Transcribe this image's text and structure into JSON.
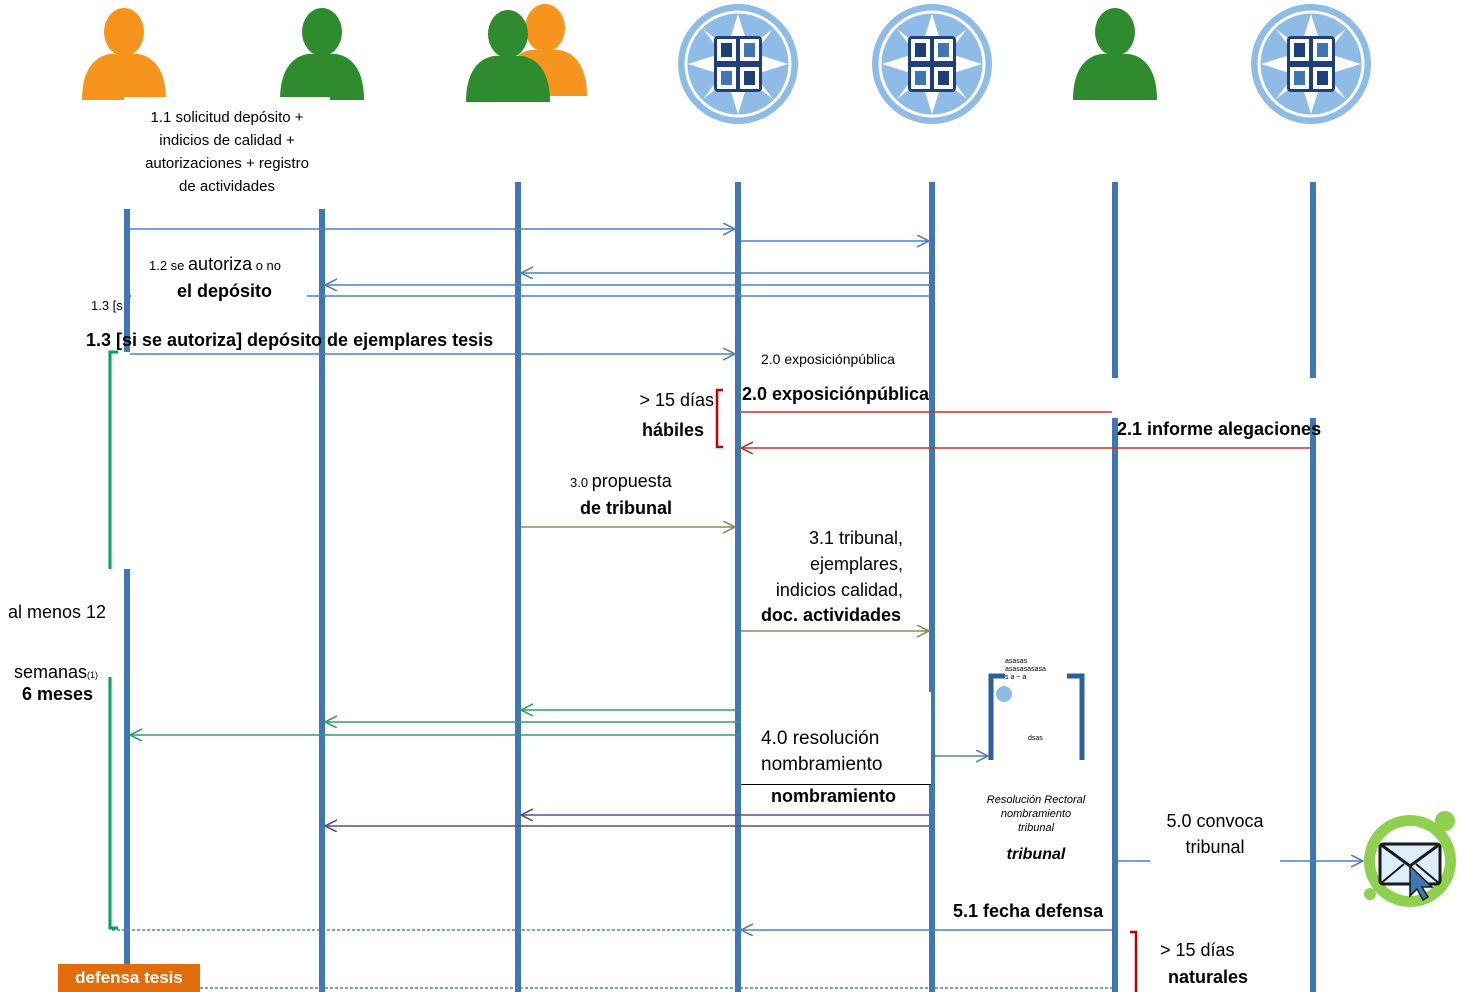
{
  "actors": [
    {
      "kind": "person",
      "color": "orange",
      "icon": "student-icon"
    },
    {
      "kind": "person",
      "color": "green",
      "icon": "director-icon"
    },
    {
      "kind": "pair",
      "color": "green-orange",
      "icon": "academic-committee-icon"
    },
    {
      "kind": "seal",
      "icon": "university-seal-icon"
    },
    {
      "kind": "seal",
      "icon": "university-seal-icon"
    },
    {
      "kind": "person",
      "color": "green",
      "icon": "tribunal-icon"
    },
    {
      "kind": "seal",
      "icon": "university-seal-icon"
    }
  ],
  "colors": {
    "lifeline": "#3f77b5",
    "blue_arrow": "#4f81bd",
    "red_arrow": "#c0392b",
    "olive_arrow": "#938953",
    "green_arrow": "#2e9e6b",
    "purple_arrow": "#5f4b8b",
    "green_bracket": "#00a651",
    "red_bracket": "#c00000",
    "orange": "#f7941d",
    "green_person": "#2e8b2e",
    "seal_blue": "#8fbce6",
    "badge": "#e36c0a"
  },
  "messages": {
    "m11": "1.1 solicitud depósito + indicios de calidad + autorizaciones + registro de actividades",
    "m11_lines": [
      "1.1 solicitud depósito +",
      "indicios de calidad +",
      "autorizaciones + registro",
      "de actividades"
    ],
    "m12_small": "1.2 se",
    "m12_big": "autoriza",
    "m12_small2": "o no",
    "m12_line2": "el depósito",
    "m13_small": "1.3 [s",
    "m13": "1.3 [si se autoriza] depósito de ejemplares tesis",
    "m20_small": "2.0 exposiciónpública",
    "m20": "2.0 exposiciónpública",
    "m21": "2.1 informe alegaciones",
    "days15_a": "> 15  días",
    "days15_b": "hábiles",
    "m30_small": "3.0",
    "m30_a": "propuesta",
    "m30_b": "de tribunal",
    "m31_lines": [
      "3.1 tribunal,",
      "ejemplares,",
      "indicios calidad,"
    ],
    "m31_bold": "doc. actividades",
    "m40_a": "4.0     resolución",
    "m40_b": "nombramiento",
    "m40_c": "nombramiento",
    "res_lines": [
      "Resolución Rectoral",
      "nombramiento",
      "tribunal"
    ],
    "res_bold": "tribunal",
    "doc_tiny_a": "asasas",
    "doc_tiny_b": "asasasasasa",
    "doc_tiny_c": "s a ~ a",
    "doc_tiny_d": "dsas",
    "m50_a": "5.0 convoca",
    "m50_b": "tribunal",
    "m51": "5.1 fecha defensa",
    "days15n_a": ">  15  días",
    "days15n_b": "naturales",
    "min12": "al menos 12",
    "semanas": "semanas",
    "footnote": "(1)",
    "six_months": "6 meses",
    "defensa": "defensa tesis"
  }
}
